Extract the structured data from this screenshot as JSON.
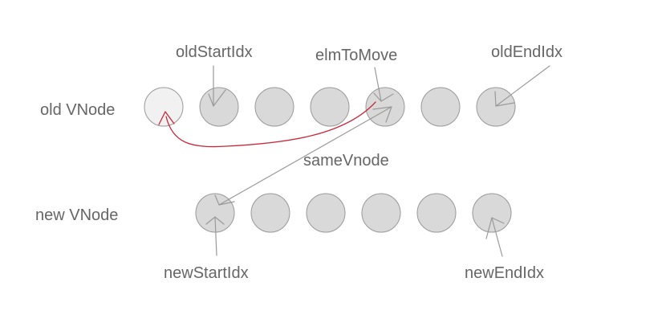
{
  "row_labels": {
    "old": "old VNode",
    "new": "new VNode"
  },
  "pointer_labels": {
    "old_start": "oldStartIdx",
    "elm_to_move": "elmToMove",
    "old_end": "oldEndIdx",
    "same_vnode": "sameVnode",
    "new_start": "newStartIdx",
    "new_end": "newEndIdx"
  },
  "old_nodes": [
    {
      "state": "moved-placeholder"
    },
    {
      "state": "normal"
    },
    {
      "state": "normal"
    },
    {
      "state": "normal"
    },
    {
      "state": "normal"
    },
    {
      "state": "normal"
    },
    {
      "state": "normal"
    }
  ],
  "new_nodes": [
    {
      "state": "normal"
    },
    {
      "state": "normal"
    },
    {
      "state": "normal"
    },
    {
      "state": "normal"
    },
    {
      "state": "normal"
    },
    {
      "state": "normal"
    }
  ],
  "colors": {
    "node_fill": "#d9d9d9",
    "node_stroke": "#999999",
    "placeholder_fill": "#f1f1f1",
    "placeholder_stroke": "#d6d6d6",
    "pointer": "#9a9a9a",
    "move_arrow": "#c8283a",
    "text": "#666666"
  }
}
